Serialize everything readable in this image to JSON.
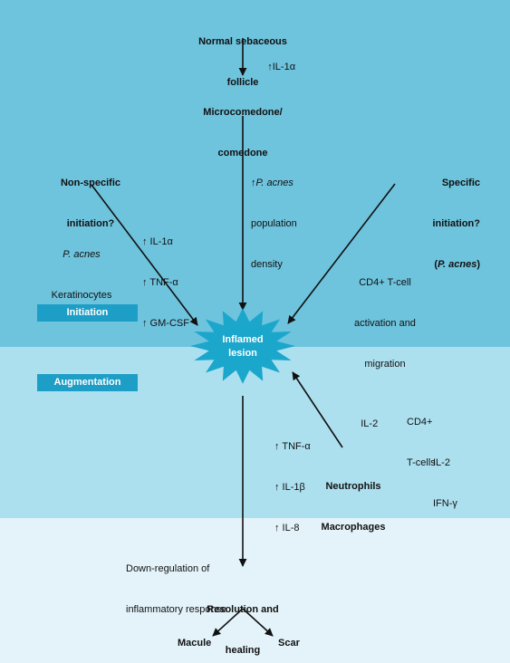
{
  "colors": {
    "initiation_band": "#6ec3dd",
    "augmentation_band": "#ade0ef",
    "resolution_band": "#e3f3f9",
    "label_box": "#1d9ec6",
    "lesion_star": "#1ba6cc",
    "arrow": "#111111"
  },
  "nodes": {
    "normal_follicle": {
      "line1": "Normal sebaceous",
      "line2": "follicle"
    },
    "microcomedone": {
      "line1": "Microcomedone/",
      "line2": "comedone"
    },
    "nonspecific": {
      "line1": "Non-specific",
      "line2": "initiation?"
    },
    "specific": {
      "line1": "Specific",
      "line2": "initiation?",
      "line3_prefix": "(",
      "line3_italic": "P. acnes",
      "line3_suffix": ")"
    },
    "lesion": {
      "line1": "Inflamed",
      "line2": "lesion"
    },
    "neutrophils": {
      "line1": "Neutrophils",
      "line2": "Macrophages"
    },
    "resolution": {
      "line1": "Resolution and",
      "line2": "healing"
    },
    "macule": "Macule",
    "scar": "Scar"
  },
  "annotations": {
    "il1a_top": "↑IL-1α",
    "pacnes_density": {
      "line1_arrow": "↑",
      "line1_italic": "P. acnes",
      "line2": "population",
      "line3": "density"
    },
    "pacnes_kerat": {
      "line1": "P. acnes",
      "line2": "Keratinocytes"
    },
    "cytokines_left": {
      "line1": "↑ IL-1α",
      "line2": "↑ TNF-α",
      "line3": "↑ GM-CSF"
    },
    "cd4_activation": {
      "line1": "CD4+ T-cell",
      "line2": "activation and",
      "line3": "migration"
    },
    "il2": "IL-2",
    "cd4_tcells": {
      "line1": "CD4+",
      "line2": "T-cells"
    },
    "cytokines_mid": {
      "line1": "↑ TNF-α",
      "line2": "↑ IL-1β",
      "line3": "↑ IL-8"
    },
    "il2_ifn": {
      "line1": "IL-2",
      "line2": "IFN-γ"
    },
    "downregulation": {
      "line1": "Down-regulation of",
      "line2": "inflammatory response"
    }
  },
  "phases": {
    "initiation": "Initiation",
    "augmentation": "Augmentation"
  }
}
